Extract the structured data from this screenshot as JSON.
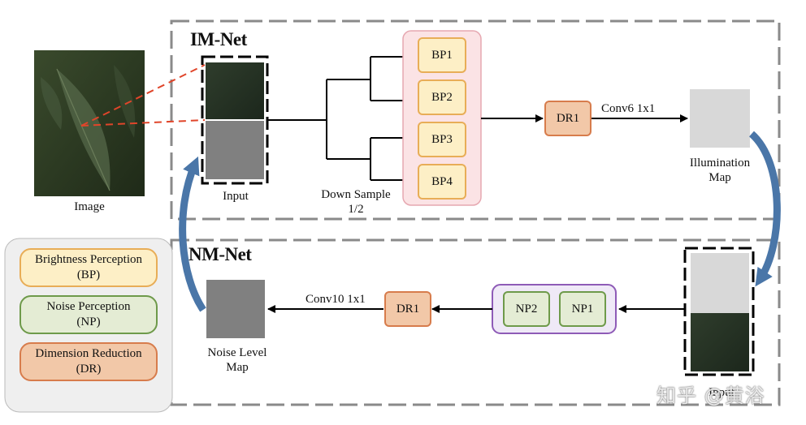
{
  "im_net": {
    "title": "IM-Net",
    "input_label": "Input",
    "downsample_label": "Down Sample\n1/2",
    "bp_nodes": [
      "BP1",
      "BP2",
      "BP3",
      "BP4"
    ],
    "dr_label": "DR1",
    "conv_label": "Conv6 1x1",
    "output_label": "Illumination\nMap"
  },
  "nm_net": {
    "title": "NM-Net",
    "input_label": "Input",
    "np_nodes": [
      "NP2",
      "NP1"
    ],
    "dr_label": "DR1",
    "conv_label": "Conv10 1x1",
    "output_label": "Noise Level\nMap"
  },
  "image_label": "Image",
  "legend": [
    {
      "text": "Brightness Perception\n(BP)"
    },
    {
      "text": "Noise Perception\n(NP)"
    },
    {
      "text": "Dimension Reduction\n(DR)"
    }
  ],
  "watermark": "知乎 @黄浴",
  "colors": {
    "bp_fill": "#fdefc6",
    "bp_border": "#e8ad57",
    "np_fill": "#e4ecd4",
    "np_border": "#6e9a4a",
    "dr_fill": "#f2c8a8",
    "dr_border": "#d77c4c",
    "bp_group_fill": "#fbe3e5",
    "bp_group_border": "#e6a8b1",
    "np_group_fill": "#efe9f7",
    "np_group_border": "#8e5bb7",
    "feedback_arrow": "#4a76a8"
  }
}
